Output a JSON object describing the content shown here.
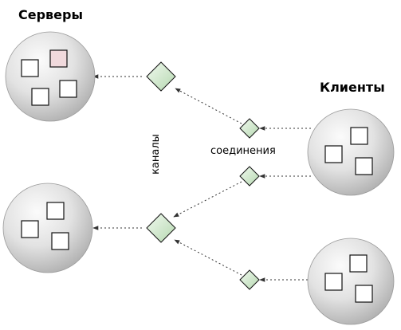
{
  "labels": {
    "servers": "Серверы",
    "clients": "Клиенты",
    "channels": "каналы",
    "connections": "соединения"
  },
  "colors": {
    "sphere_light": "#f4f4f4",
    "sphere_dark": "#b8b8b8",
    "square_fill": "#ffffff",
    "square_highlight": "#f0d9dc",
    "diamond_light": "#eef7ec",
    "diamond_dark": "#b9dbb4",
    "arrow": "#333333"
  },
  "icons": {
    "node": "sphere-icon",
    "item": "square-icon",
    "channel": "diamond-icon",
    "arrow": "dotted-arrow-icon"
  }
}
